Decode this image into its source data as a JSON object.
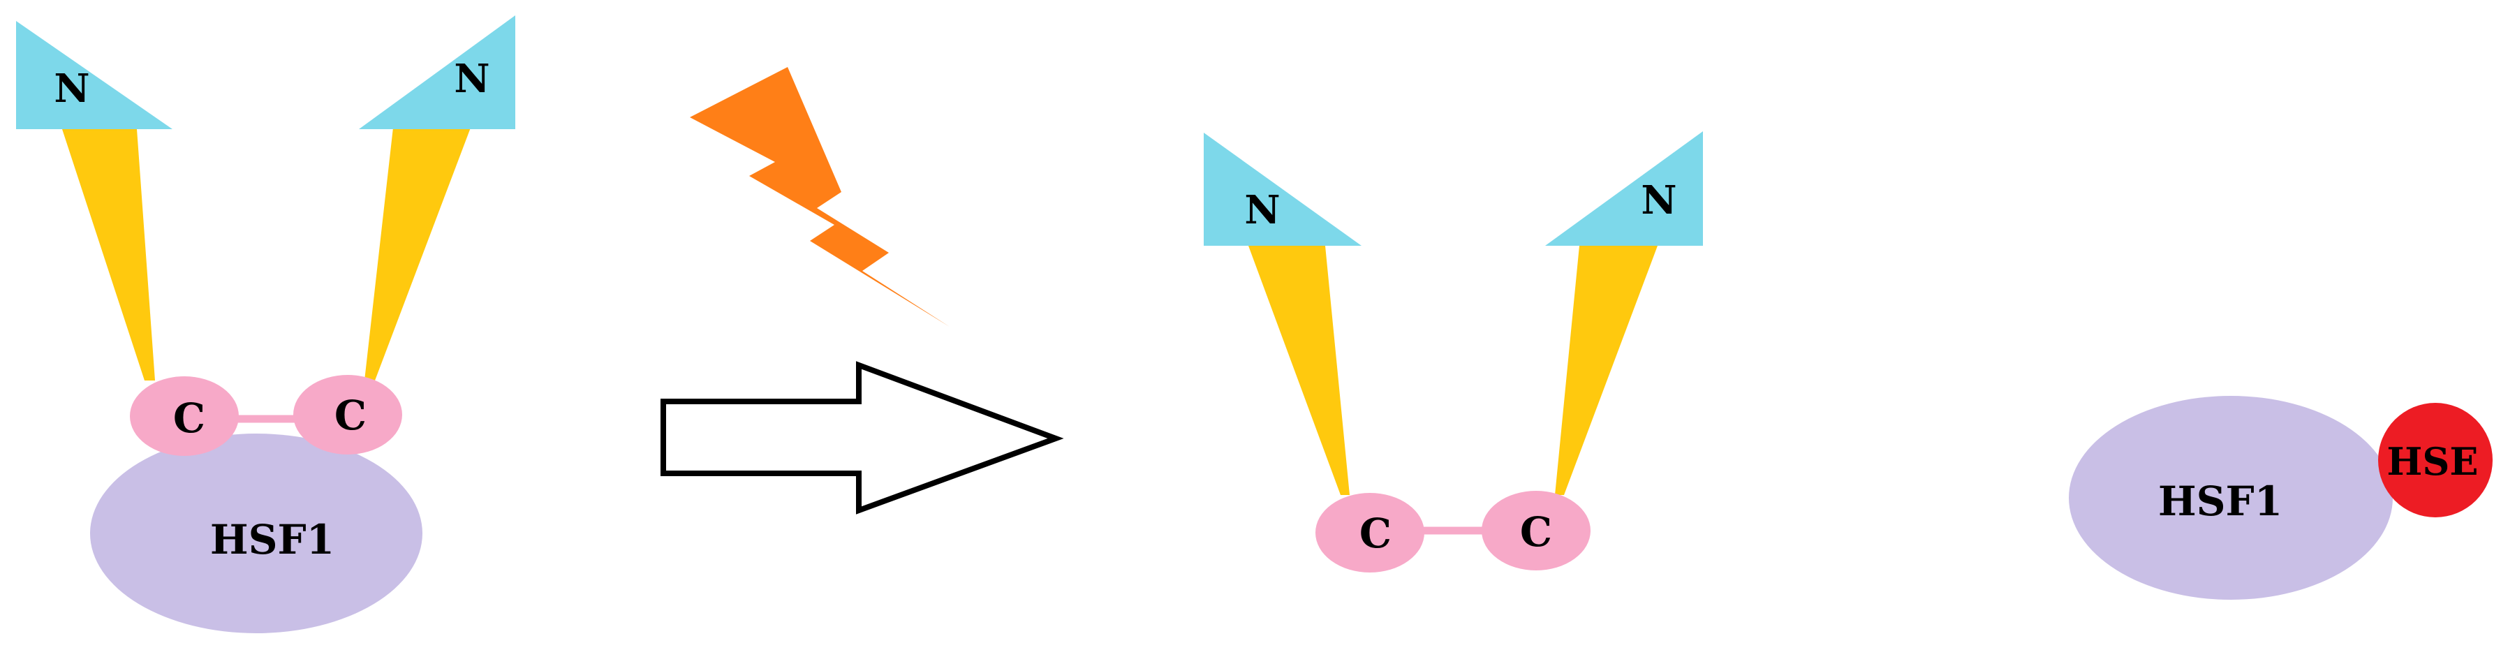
{
  "colors": {
    "n_domain": "#7dd8ea",
    "linker": "#ffc90e",
    "c_domain": "#f7a9c8",
    "c_link": "#f7a9c8",
    "hsf1": "#c9bfe6",
    "hse": "#ed1c24",
    "lightning": "#ff7f17",
    "arrow_fill": "#ffffff",
    "arrow_stroke": "#000000"
  },
  "icons": {
    "lightning": "lightning-bolt-icon",
    "arrow": "right-arrow-icon"
  },
  "bound_state": {
    "left_n_label": "N",
    "right_n_label": "N",
    "left_c_label": "C",
    "right_c_label": "C",
    "hsf1_label": "HSF1"
  },
  "released_state": {
    "left_n_label": "N",
    "right_n_label": "N",
    "left_c_label": "C",
    "right_c_label": "C"
  },
  "free_hsf1": {
    "hsf1_label": "HSF1",
    "hse_label": "HSE"
  }
}
